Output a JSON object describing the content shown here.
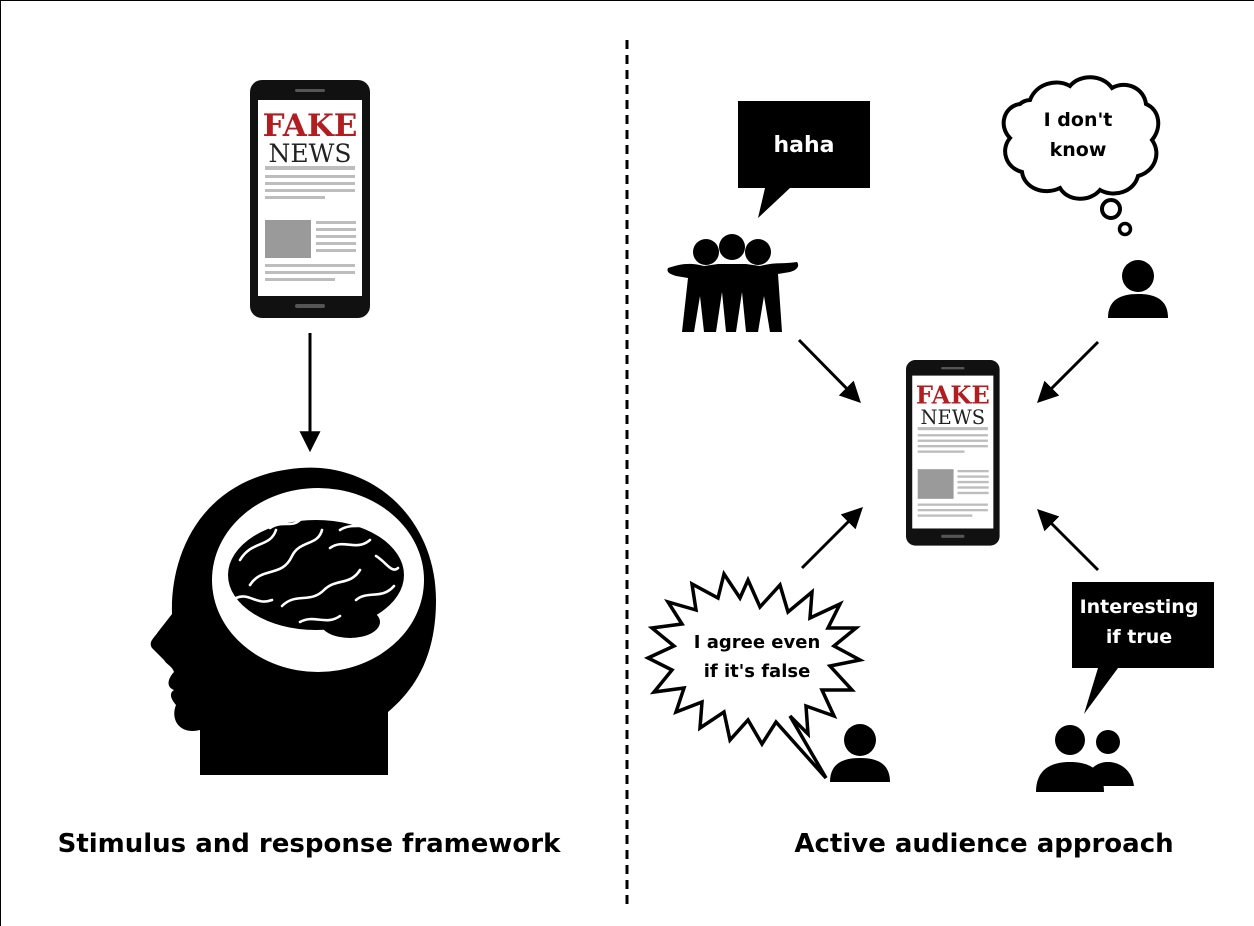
{
  "phone_masthead": {
    "line1": "FAKE",
    "line2": "NEWS"
  },
  "left_panel": {
    "caption": "Stimulus and response framework"
  },
  "right_panel": {
    "caption": "Active audience approach",
    "bubbles": {
      "group_speech": "haha",
      "thought_line1": "I don't",
      "thought_line2": "know",
      "spiky_line1": "I agree even",
      "spiky_line2": "if it's false",
      "box_line1": "Interesting",
      "box_line2": "if true"
    }
  },
  "colors": {
    "ink": "#000000",
    "masthead_red": "#b11e22",
    "screen_gray": "#9a9a9a",
    "line_gray": "#bdbdbd",
    "phone_body": "#111111",
    "paper": "#ffffff"
  }
}
